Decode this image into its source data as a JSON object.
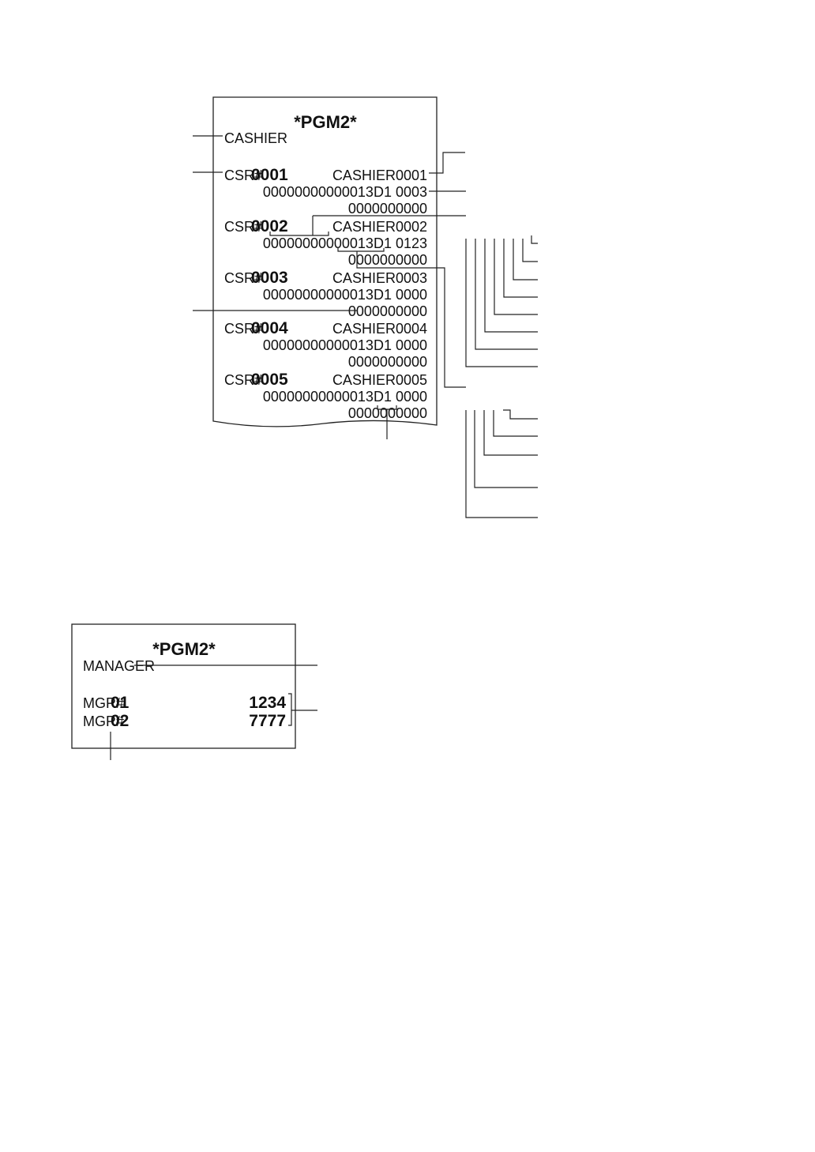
{
  "receipt1": {
    "title": "*PGM2*",
    "section": "CASHIER",
    "rows": [
      {
        "prefix": "CSR#",
        "code": "0001",
        "name": "CASHIER0001",
        "line2a": "00000000",
        "line2b": "000013D1 0003",
        "line3": "0000000000"
      },
      {
        "prefix": "CSR#",
        "code": "0002",
        "name": "CASHIER0002",
        "line2a": "00000000",
        "line2b": "000013D1 0123",
        "line3": "0000000000"
      },
      {
        "prefix": "CSR#",
        "code": "0003",
        "name": "CASHIER0003",
        "line2a": "00000000",
        "line2b": "000013D1 0000",
        "line3": "0000000000"
      },
      {
        "prefix": "CSR#",
        "code": "0004",
        "name": "CASHIER0004",
        "line2a": "00000000",
        "line2b": "000013D1 0000",
        "line3": "0000000000"
      },
      {
        "prefix": "CSR#",
        "code": "0005",
        "name": "CASHIER0005",
        "line2a": "00000000",
        "line2b": "000013D1 0000",
        "line3": "0000000000"
      }
    ]
  },
  "receipt2": {
    "title": "*PGM2*",
    "section": "MANAGER",
    "rows": [
      {
        "prefix": "MGR#",
        "code": "01",
        "value": "1234"
      },
      {
        "prefix": "MGR#",
        "code": "02",
        "value": "7777"
      }
    ]
  }
}
